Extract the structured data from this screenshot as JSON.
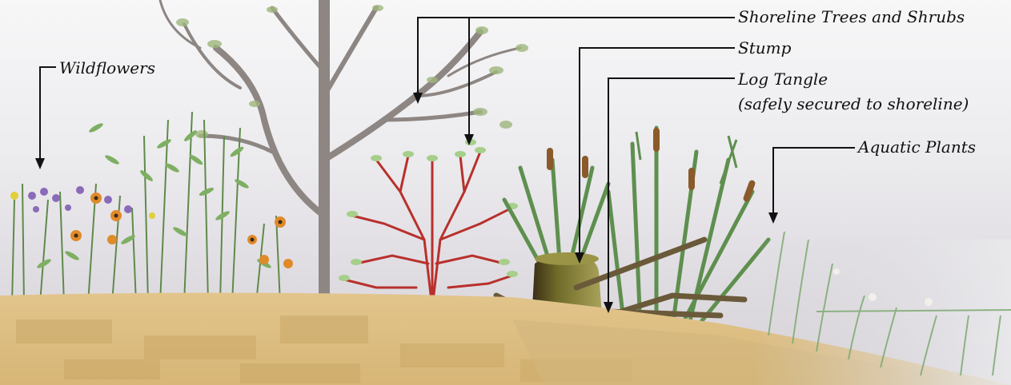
{
  "labels": {
    "wildflowers": "Wildflowers",
    "shoreline_trees": "Shoreline Trees and Shrubs",
    "stump": "Stump",
    "log_tangle": "Log Tangle",
    "log_tangle_note": "(safely secured to shoreline)",
    "aquatic_plants": "Aquatic Plants"
  },
  "colors": {
    "sand": "#dbbd82",
    "sand_dark": "#c9a766",
    "tree_trunk": "#7b7470",
    "dogwood_red": "#b8302c",
    "leaf_green": "#7aa85a",
    "cattail_brown": "#8a5a2a",
    "stump_olive": "#8f8a3a",
    "leader_line": "#111111"
  }
}
